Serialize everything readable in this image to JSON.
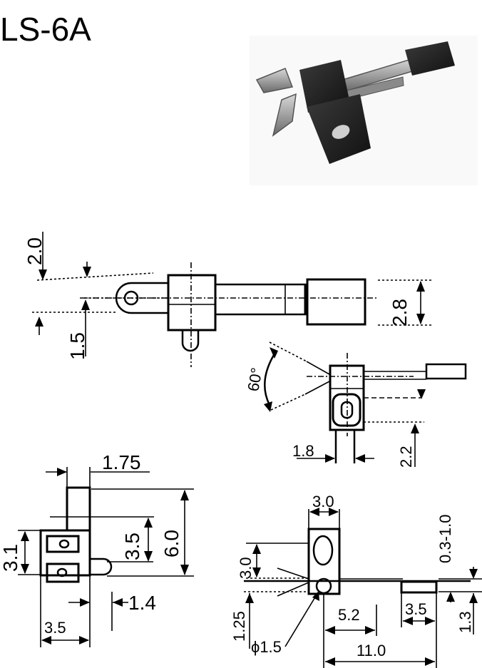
{
  "title": "LS-6A",
  "side_view": {
    "d_2_0": "2.0",
    "d_1_5": "1.5",
    "d_2_8": "2.8"
  },
  "angle_view": {
    "angle": "60°",
    "d_1_8": "1.8",
    "d_2_2": "2.2"
  },
  "bottom_left_view": {
    "d_1_75": "1.75",
    "d_6_0": "6.0",
    "d_3_5_right": "3.5",
    "d_3_1": "3.1",
    "d_1_4": "1.4",
    "d_3_5_bottom": "3.5"
  },
  "bottom_right_view": {
    "d_3_0_top": "3.0",
    "d_3_0_left": "3.0",
    "d_0_3_1_0": "0.3-1.0",
    "d_1_25": "1.25",
    "d_5_2": "5.2",
    "d_3_5": "3.5",
    "d_1_3": "1.3",
    "d_phi_1_5": "ϕ1.5",
    "d_11_0": "11.0"
  }
}
